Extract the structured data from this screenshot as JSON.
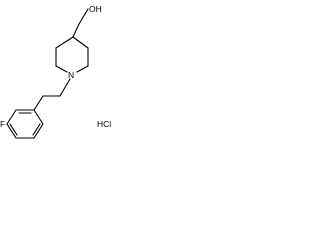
{
  "molecule": {
    "atoms": {
      "hydroxyl": "OH",
      "nitrogen": "N",
      "fluorine": "F"
    },
    "salt": "HCl"
  }
}
